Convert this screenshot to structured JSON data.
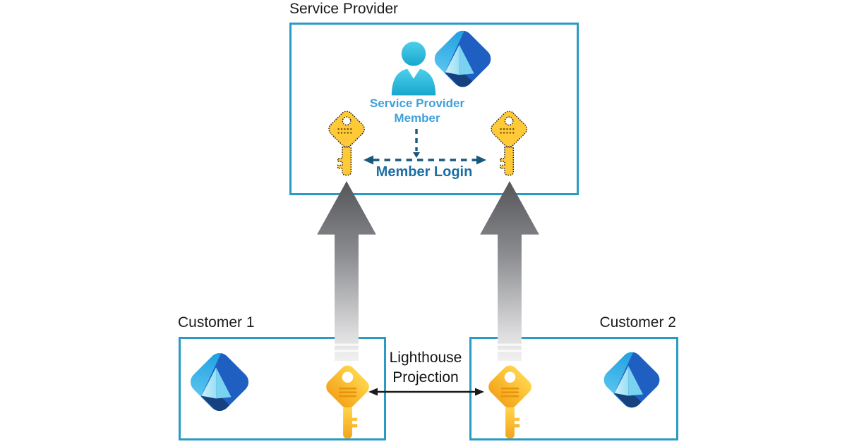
{
  "service_provider": {
    "title": "Service Provider",
    "member_label_line1": "Service Provider",
    "member_label_line2": "Member",
    "member_login_label": "Member Login"
  },
  "customers": [
    {
      "title": "Customer 1"
    },
    {
      "title": "Customer 2"
    }
  ],
  "lighthouse": {
    "label_line1": "Lighthouse",
    "label_line2": "Projection"
  },
  "icons": {
    "person": "cyan person silhouette (service provider member)",
    "azure_diamond": "blue Azure/Entra diamond gem logo",
    "dotted_key": "gold key with dotted outline (projected credential)",
    "solid_key": "solid gold key (customer credential)",
    "up_arrow": "gray gradient arrow pointing up (delegated access)",
    "dashed_arrow": "blue dashed double-headed arrow (member login)",
    "projection_arrow": "black double-headed arrow (lighthouse projection)"
  },
  "colors": {
    "background": "#FFFFFF",
    "box_border": "#2A9BC4",
    "title_text": "#1B1B1B",
    "member_label_blue": "#3DA0DA",
    "member_login_blue": "#1C6EA4",
    "dashed_arrow_blue": "#19587E",
    "key_gold": "#FFC937",
    "key_gold_dark": "#F4A41C",
    "arrow_gray_dark": "#55565A",
    "arrow_gray_light": "#F1F1F2",
    "azure_light_blue": "#3FB4E8",
    "azure_dark_blue": "#1F5FC2",
    "azure_navy": "#16417F",
    "person_cyan": "#2FBFDF",
    "projection_arrow_black": "#1A1A1A"
  }
}
